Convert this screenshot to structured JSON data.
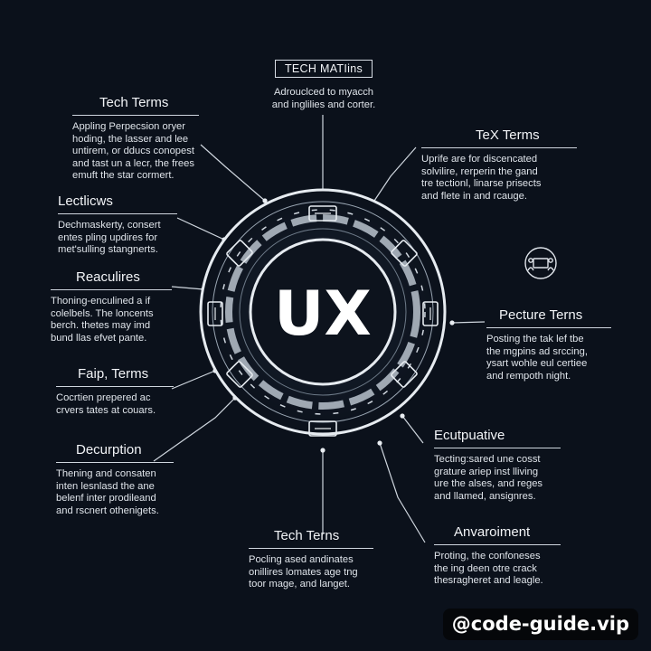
{
  "center_label": "UX",
  "blocks": [
    {
      "id": "top-center",
      "title": "TECH MATIins",
      "lines": [
        "Adrouclced to myacch",
        "and inglilies and corter."
      ]
    },
    {
      "id": "left-1",
      "title": "Tech Terms",
      "lines": [
        "Appling Perpecsion oryer",
        "hoding, the lasser and lee",
        "untirem, or dducs conopest",
        "and tast un a lecr, the frees",
        "emuft the star cormert."
      ]
    },
    {
      "id": "left-2",
      "title": "Lectlicws",
      "lines": [
        "Dechmaskerty, consert",
        "entes pling updires for",
        "met'sulling stangnerts."
      ]
    },
    {
      "id": "left-3",
      "title": "Reaculires",
      "lines": [
        "Thoning-enculined a if",
        "colelbels. The loncents",
        "berch. thetes may imd",
        "bund llas efvet pante."
      ]
    },
    {
      "id": "left-4",
      "title": "Faip, Terms",
      "lines": [
        "Cocrtien prepered ac",
        "crvers tates at couars."
      ]
    },
    {
      "id": "left-5",
      "title": "Decurption",
      "lines": [
        "Thening and consaten",
        "inten lesnlasd the ane",
        "belenf inter prodileand",
        "and rscnert othenigets."
      ]
    },
    {
      "id": "bottom-center",
      "title": "Tech Terns",
      "lines": [
        "Pocling ased andinates",
        "onillires lomates age tng",
        "toor mage, and langet."
      ]
    },
    {
      "id": "right-1",
      "title": "TeX Terms",
      "lines": [
        "Uprife are for discencated",
        "solvilire, rerperin the gand",
        "tre tectionl, linarse prisects",
        "and flete in and rcauge."
      ]
    },
    {
      "id": "right-2",
      "title": "Pecture Terns",
      "lines": [
        "Posting the tak lef tbe",
        "the mgpins ad srccing,",
        "ysart wohle eul certiee",
        "and rempoth night."
      ]
    },
    {
      "id": "right-3",
      "title": "Ecutpuative",
      "lines": [
        "Tecting:sared une cosst",
        "grature ariep inst lliving",
        "ure the alses, and reges",
        "and llamed, ansignres."
      ]
    },
    {
      "id": "right-4",
      "title": "Anvaroiment",
      "lines": [
        "Proting, the confoneses",
        "the ing deen otre crack",
        "thesragheret and leagle."
      ]
    }
  ],
  "watermark": "@code-guide.vip",
  "colors": {
    "background": "#0b111b",
    "line": "#cfd6de",
    "ring": "#e6ebf0",
    "text": "#e9edf2"
  },
  "icons": [
    "people-presentation-icon"
  ]
}
